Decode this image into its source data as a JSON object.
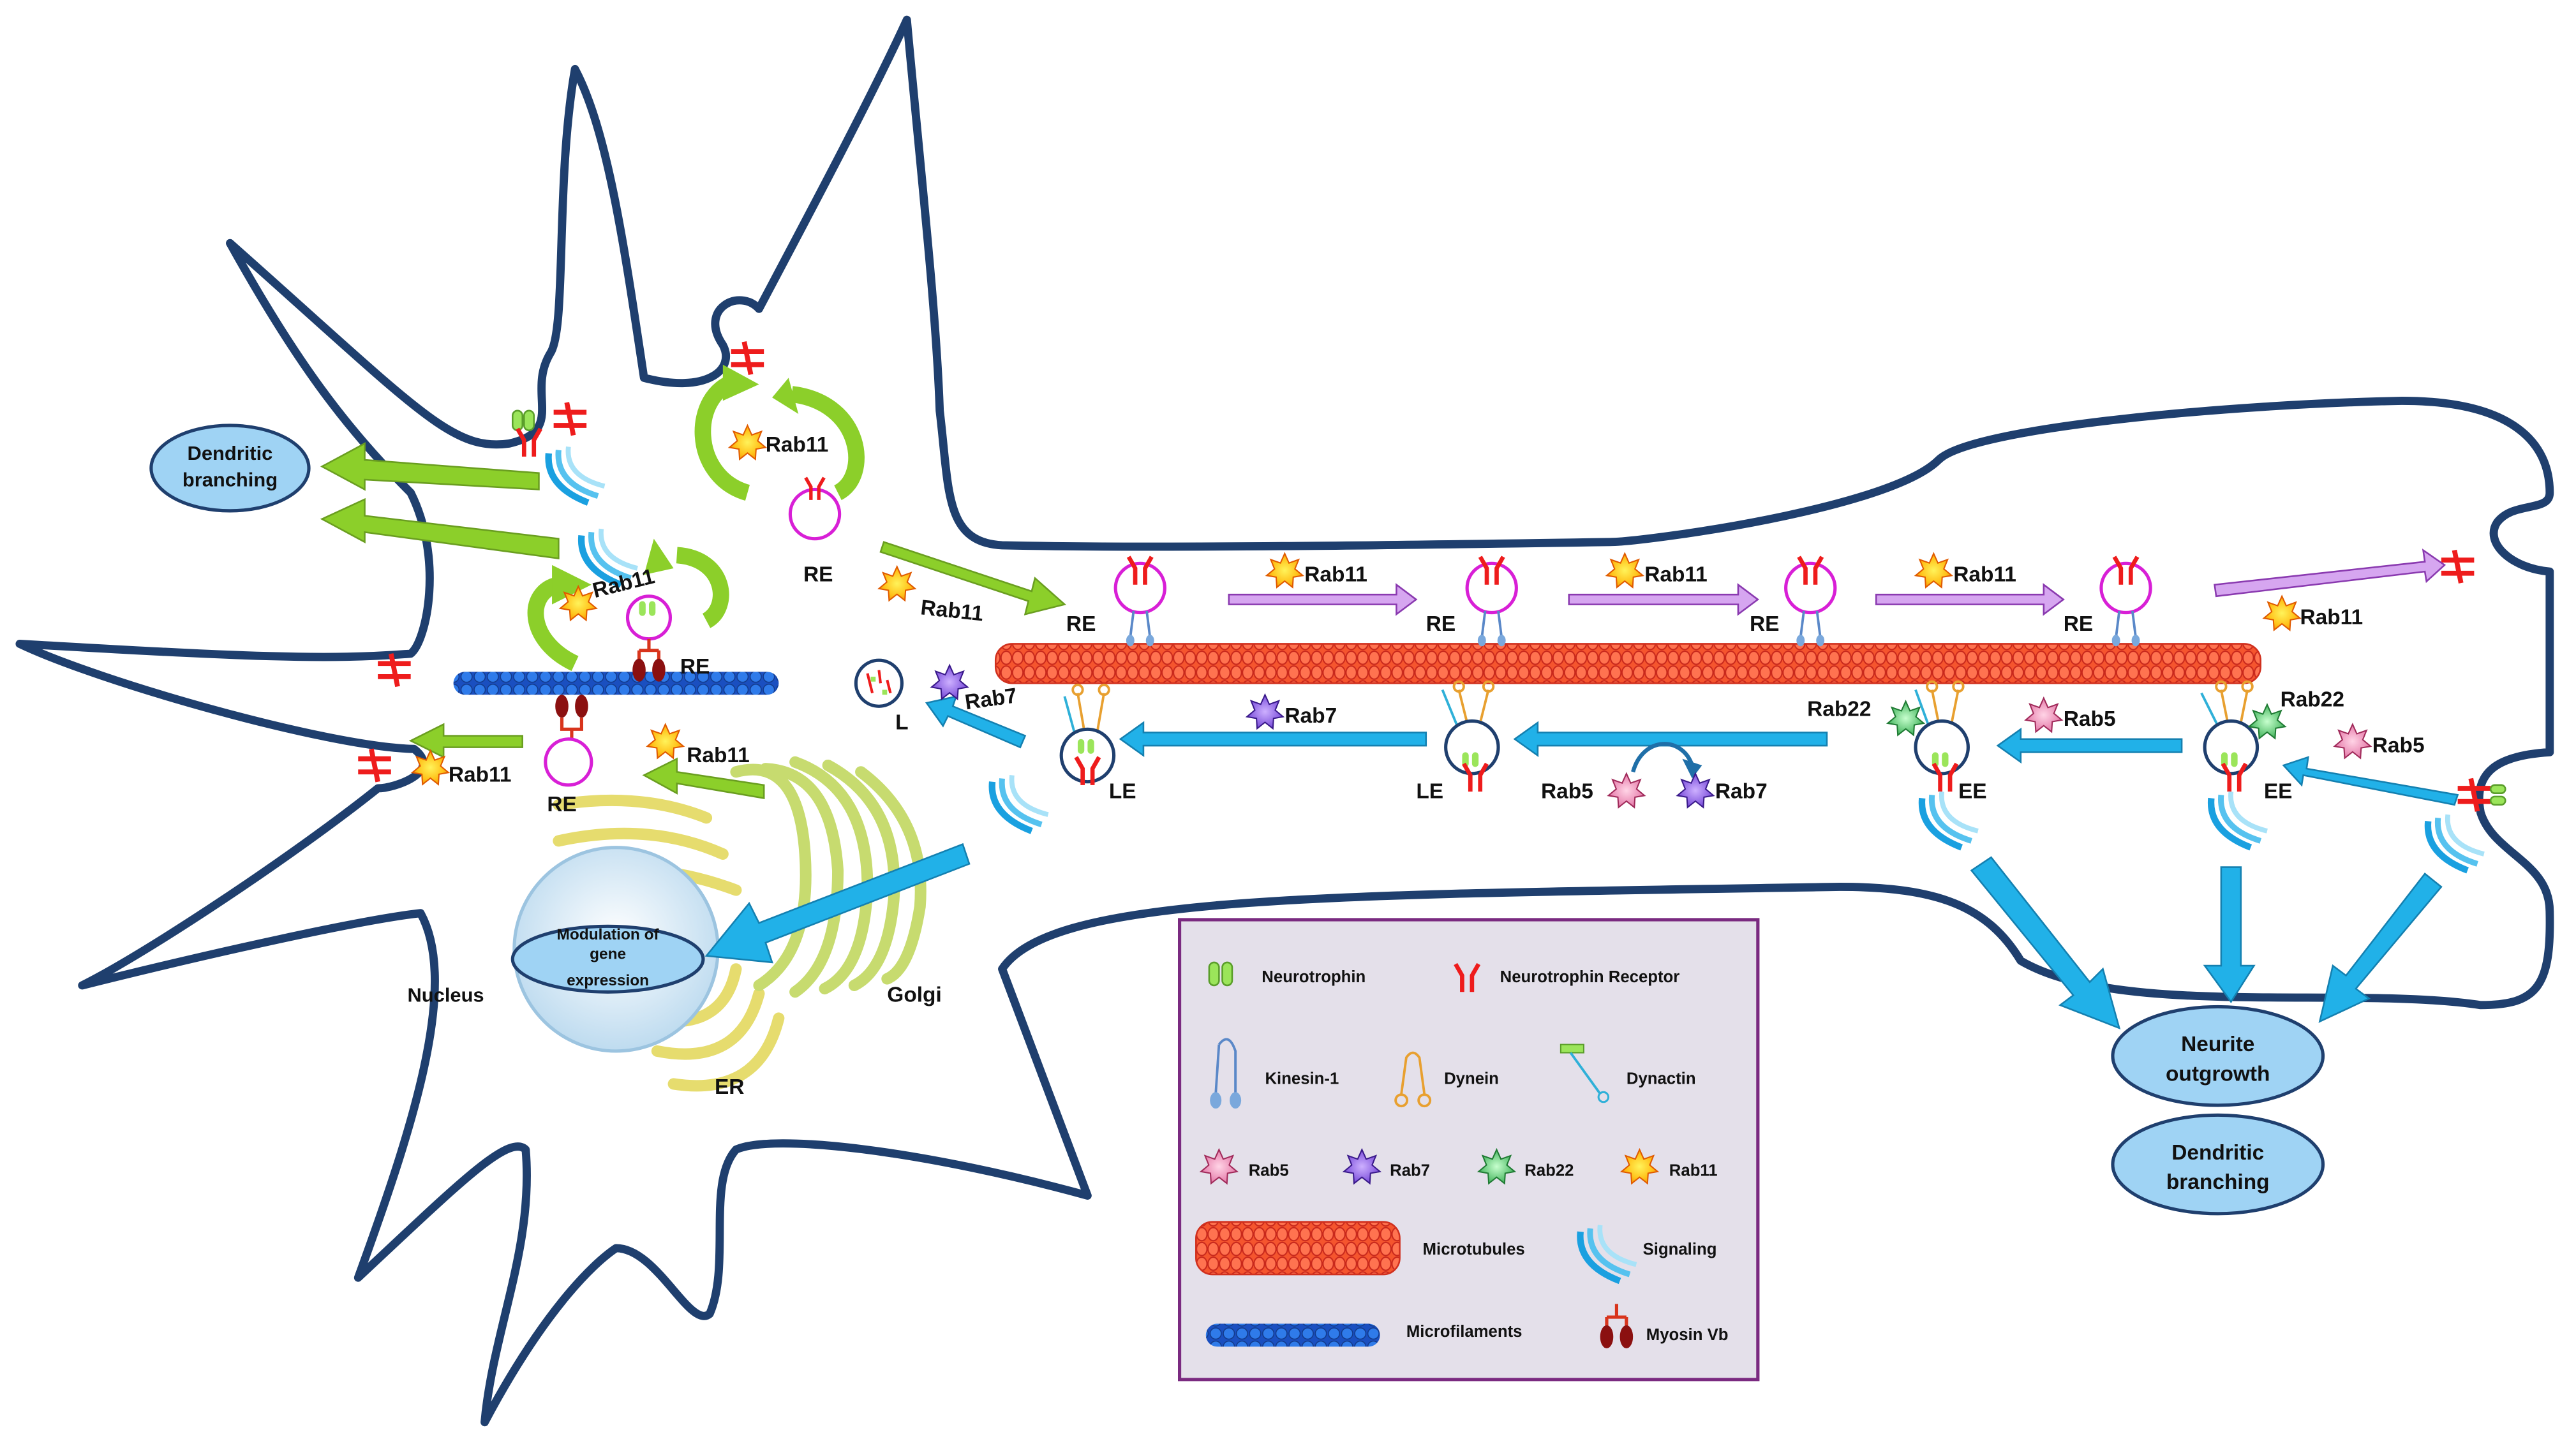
{
  "colors": {
    "membrane": "#1f3f6e",
    "green_arrow": "#8ccf2a",
    "blue_arrow": "#21b1e8",
    "purple_arrow": "#d6a6f0",
    "microtubule": "#f24a2a",
    "microfilament": "#1a5fd1",
    "receptor": "#ee1c1c",
    "neurotrophin": "#9be55a",
    "vesicle_re": "#d81fd6",
    "vesicle_endo": "#1f3f6e",
    "golgi": "#dbe88a",
    "er": "#f3f09a",
    "nucleus": "#cfe4f4",
    "oval_fill": "#9fd3f4",
    "legend_bg": "#e4e0ea",
    "legend_border": "#7a2a80"
  },
  "labels": {
    "re": "RE",
    "le": "LE",
    "ee": "EE",
    "l": "L",
    "rab11": "Rab11",
    "rab7": "Rab7",
    "rab5": "Rab5",
    "rab22": "Rab22",
    "nucleus": "Nucleus",
    "golgi": "Golgi",
    "er": "ER"
  },
  "outcomes": {
    "dendritic_branching_line1": "Dendritic",
    "dendritic_branching_line2": "branching",
    "modulation_line1": "Modulation of",
    "modulation_line2": "gene",
    "modulation_line3": "expression",
    "neurite_line1": "Neurite",
    "neurite_line2": "outgrowth"
  },
  "legend": {
    "neurotrophin": "Neurotrophin",
    "neurotrophin_receptor": "Neurotrophin Receptor",
    "kinesin": "Kinesin-1",
    "dynein": "Dynein",
    "dynactin": "Dynactin",
    "rab5": "Rab5",
    "rab7": "Rab7",
    "rab22": "Rab22",
    "rab11": "Rab11",
    "microtubules": "Microtubules",
    "signaling": "Signaling",
    "microfilaments": "Microfilaments",
    "myosin": "Myosin Vb"
  }
}
